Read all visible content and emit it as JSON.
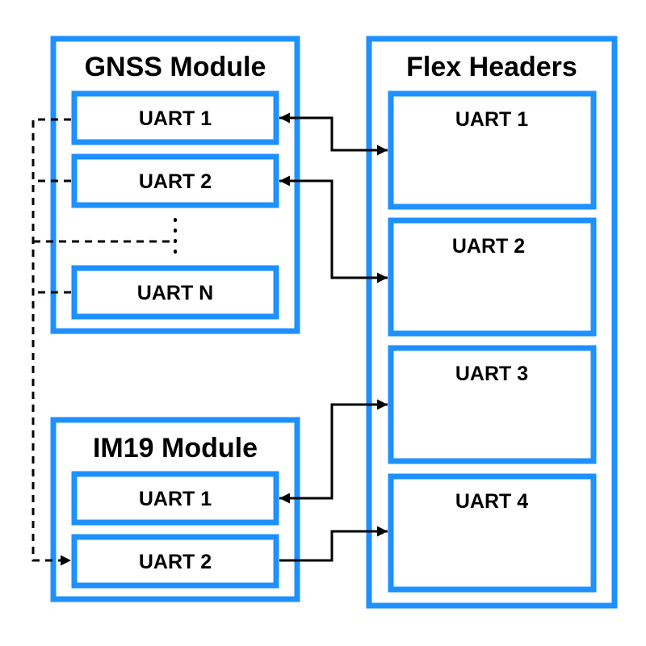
{
  "colors": {
    "box_border": "#1e90ff",
    "line": "#000000",
    "background": "#ffffff"
  },
  "gnss": {
    "title": "GNSS Module",
    "uarts": [
      "UART 1",
      "UART 2",
      "UART N"
    ],
    "ellipsis": "⋮"
  },
  "im19": {
    "title": "IM19 Module",
    "uarts": [
      "UART 1",
      "UART 2"
    ]
  },
  "flex": {
    "title": "Flex Headers",
    "uarts": [
      "UART 1",
      "UART 2",
      "UART 3",
      "UART 4"
    ]
  },
  "connections": [
    {
      "from": "GNSS Module UART 1",
      "to": "Flex Headers UART 1",
      "style": "solid",
      "direction": "bidirectional"
    },
    {
      "from": "GNSS Module UART 2",
      "to": "Flex Headers UART 2",
      "style": "solid",
      "direction": "bidirectional"
    },
    {
      "from": "IM19 Module UART 1",
      "to": "Flex Headers UART 3",
      "style": "solid",
      "direction": "bidirectional"
    },
    {
      "from": "IM19 Module UART 2",
      "to": "Flex Headers UART 4",
      "style": "solid",
      "direction": "unidirectional"
    },
    {
      "from": "GNSS Module UART 1..N",
      "to": "IM19 Module UART 2",
      "style": "dashed",
      "direction": "unidirectional"
    }
  ]
}
